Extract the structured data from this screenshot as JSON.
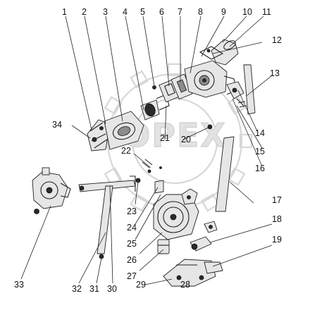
{
  "diagram": {
    "callouts": [
      "1",
      "2",
      "3",
      "4",
      "5",
      "6",
      "7",
      "8",
      "9",
      "10",
      "11",
      "12",
      "13",
      "14",
      "15",
      "16",
      "17",
      "18",
      "19",
      "20",
      "21",
      "22",
      "23",
      "24",
      "25",
      "26",
      "27",
      "28",
      "29",
      "30",
      "31",
      "32",
      "33",
      "34"
    ]
  },
  "watermark": {
    "text": "OPEX"
  }
}
